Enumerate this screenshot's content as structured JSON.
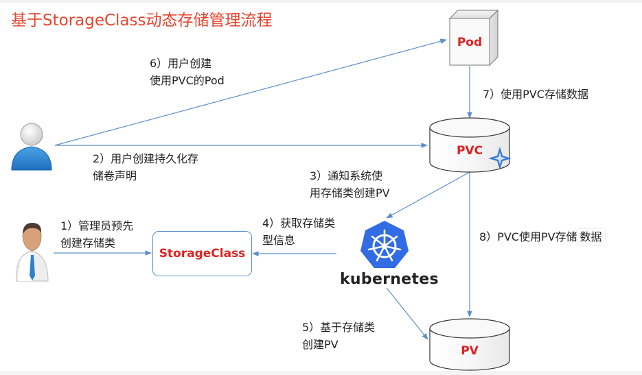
{
  "title": "基于StorageClass动态存储管理流程",
  "nodes": {
    "pod": "Pod",
    "pvc": "PVC",
    "pv": "PV",
    "storageclass": "StorageClass",
    "kubernetes": "kubernetes"
  },
  "steps": {
    "s1_line1": "1）管理员预先",
    "s1_line2": "创建存储类",
    "s2_line1": "2）用户创建持久化存",
    "s2_line2": "储卷声明",
    "s3_line1": "3）通知系统使",
    "s3_line2": "用存储类创建PV",
    "s4_line1": "4）获取存储类",
    "s4_line2": "型信息",
    "s5_line1": "5）基于存储类",
    "s5_line2": "创建PV",
    "s6_line1": "6）用户创建",
    "s6_line2": "使用PVC的Pod",
    "s7": "7）使用PVC存储数据",
    "s8_prefix": "8）PVC使用PV存储",
    "s8_highlight": "数据"
  },
  "colors": {
    "title": "#e8442e",
    "node_text": "#e02020",
    "arrow": "#5b8fc9",
    "k8s_blue": "#326ce5"
  },
  "icons": [
    "user-icon",
    "admin-icon",
    "kubernetes-logo-icon",
    "sparkle-icon"
  ]
}
